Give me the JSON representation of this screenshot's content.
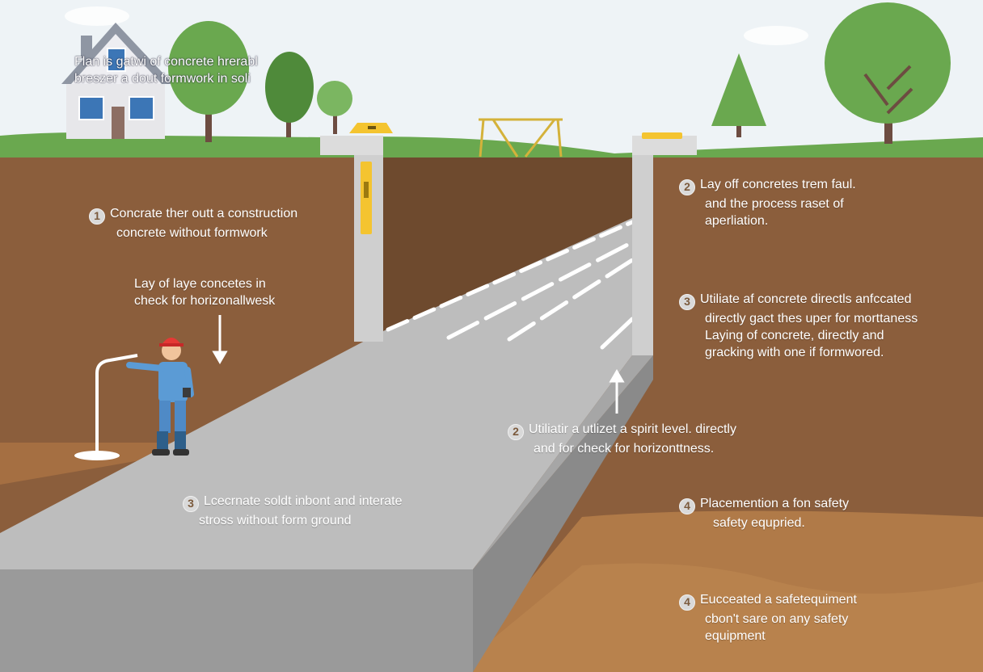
{
  "title": {
    "line1": "Flan is gatwi of concrete hrerabl",
    "line2": "breszer a dout formwork in soli"
  },
  "annotations": [
    {
      "num": "1",
      "line1": "Concrate ther outt a construction",
      "line2": "concrete without formwork"
    },
    {
      "num": "",
      "line1": "Lay of laye concetes in",
      "line2": "check for horizonallwesk"
    },
    {
      "num": "3",
      "line1": "Lcecrnate soldt inbont and interate",
      "line2": "stross without form ground"
    },
    {
      "num": "2",
      "line1": "Lay off concretes trem faul.",
      "line2": "and the process raset of",
      "line3": "aperliation."
    },
    {
      "num": "3",
      "line1": "Utiliate af concrete directls anfccated",
      "line2": "directly gact thes uper for morttaness",
      "line3": "Laying of concrete, directly and",
      "line4": "gracking with one if formwored."
    },
    {
      "num": "2",
      "line1": "Utiliatir a utlizet a spirit level. directly",
      "line2": "and for check for horizonttness."
    },
    {
      "num": "4",
      "line1": "Placemention a fon safety",
      "line2": "safety equpried."
    },
    {
      "num": "4",
      "line1": "Eucceated a safetequiment",
      "line2": "cbon't sare on any safety",
      "line3": "equipment"
    }
  ],
  "colors": {
    "sky": "#eef3f6",
    "grass": "#6aa84f",
    "soil_dark": "#8b5e3c",
    "soil_light": "#b07a48",
    "concrete": "#b9b9b9",
    "concrete_side": "#9d9d9d",
    "worker_suit": "#5b9bd5",
    "helmet": "#e53935",
    "level_yellow": "#f4c430"
  },
  "icons": [
    "house-icon",
    "tree-icon",
    "pine-tree-icon",
    "spirit-level-icon",
    "worker-icon",
    "arrow-down-icon",
    "arrow-up-icon",
    "sawhorse-icon"
  ]
}
